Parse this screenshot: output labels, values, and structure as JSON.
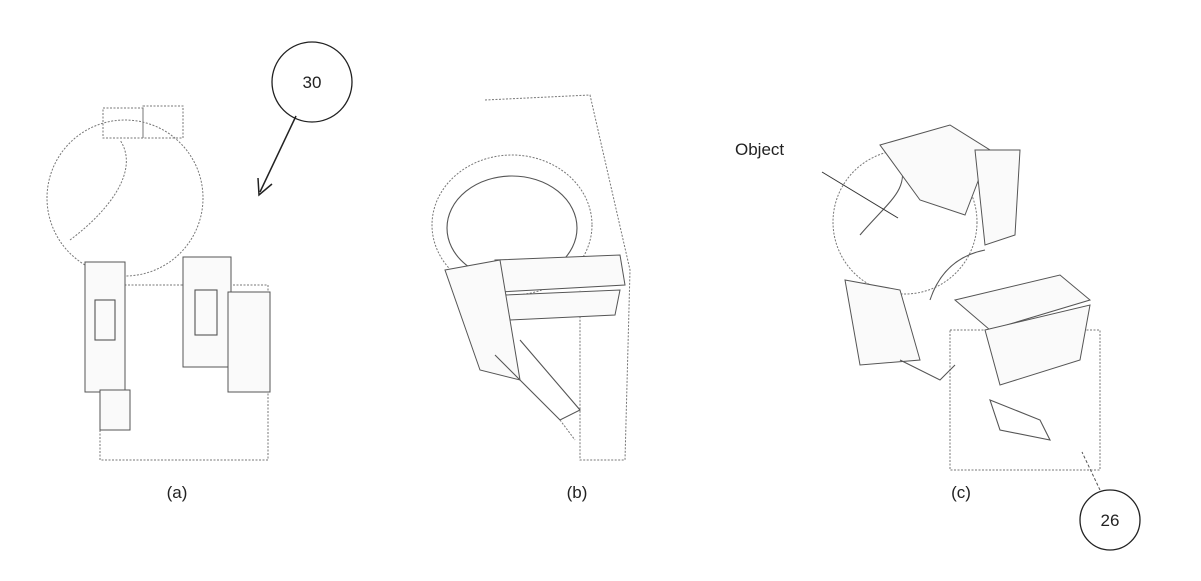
{
  "figure": {
    "callouts": {
      "ref_30": "30",
      "ref_26": "26",
      "object_label": "Object"
    },
    "panels": [
      {
        "caption": "(a)"
      },
      {
        "caption": "(b)"
      },
      {
        "caption": "(c)"
      }
    ]
  }
}
